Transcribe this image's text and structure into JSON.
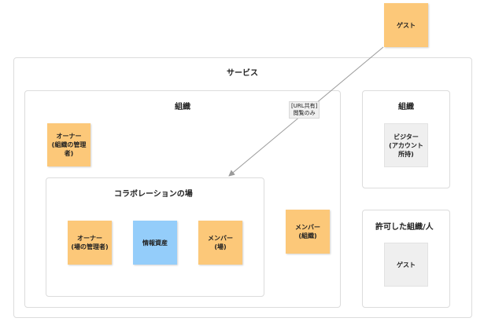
{
  "service": {
    "title": "サービス"
  },
  "organization": {
    "title": "組織",
    "owner_note": "オーナー\n(組織の管理\n者)",
    "member_note": "メンバー\n(組織)",
    "collaboration": {
      "title": "コラボレーションの場",
      "owner_note": "オーナー\n(場の管理者)",
      "asset_note": "情報資産",
      "member_note": "メンバー\n(場)"
    }
  },
  "visitor_org": {
    "title": "組織",
    "visitor_note": "ビジター\n(アカウント\n所持)"
  },
  "permitted": {
    "title": "許可した組織/人",
    "guest_note": "ゲスト"
  },
  "external_guest": {
    "label": "ゲスト"
  },
  "arrow_label": {
    "line1": "[URL共有]",
    "line2": "閲覧のみ"
  },
  "colors": {
    "owner_member": "#fcc879",
    "asset": "#94cdfa",
    "visitor_guest": "#efefef"
  }
}
